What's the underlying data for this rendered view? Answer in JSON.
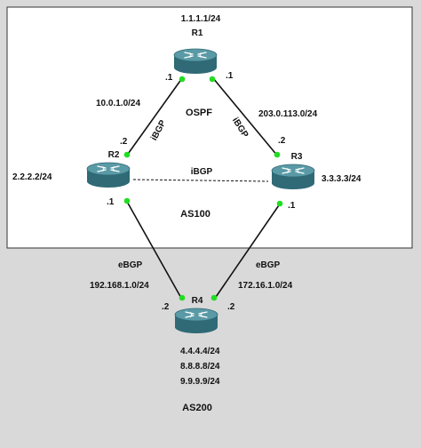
{
  "colors": {
    "background": "#d9d9d9",
    "as100_box_fill": "#ffffff",
    "as100_box_border": "#333333",
    "link": "#111111",
    "interface_dot": "#22dd22",
    "router_top": "#5a9aa6",
    "router_side": "#2f6a76"
  },
  "routers": {
    "r1": {
      "name": "R1",
      "loopback": "1.1.1.1/24",
      "icon": "router-icon"
    },
    "r2": {
      "name": "R2",
      "loopback": "2.2.2.2/24",
      "icon": "router-icon"
    },
    "r3": {
      "name": "R3",
      "loopback": "3.3.3.3/24",
      "icon": "router-icon"
    },
    "r4": {
      "name": "R4",
      "loopbacks": [
        "4.4.4.4/24",
        "8.8.8.8/24",
        "9.9.9.9/24"
      ],
      "icon": "router-icon"
    }
  },
  "links": {
    "r1_r2": {
      "subnet": "10.0.1.0/24",
      "r1_if": ".1",
      "r2_if": ".2",
      "protocol": "iBGP"
    },
    "r1_r3": {
      "subnet": "203.0.113.0/24",
      "r1_if": ".1",
      "r3_if": ".2",
      "protocol": "iBGP"
    },
    "r2_r3": {
      "protocol": "iBGP"
    },
    "r2_r4": {
      "subnet": "192.168.1.0/24",
      "r2_if": ".1",
      "r4_if": ".2",
      "protocol": "eBGP"
    },
    "r3_r4": {
      "subnet": "172.16.1.0/24",
      "r3_if": ".1",
      "r4_if": ".2",
      "protocol": "eBGP"
    }
  },
  "areas": {
    "igp": "OSPF",
    "as100": "AS100",
    "as200": "AS200"
  }
}
